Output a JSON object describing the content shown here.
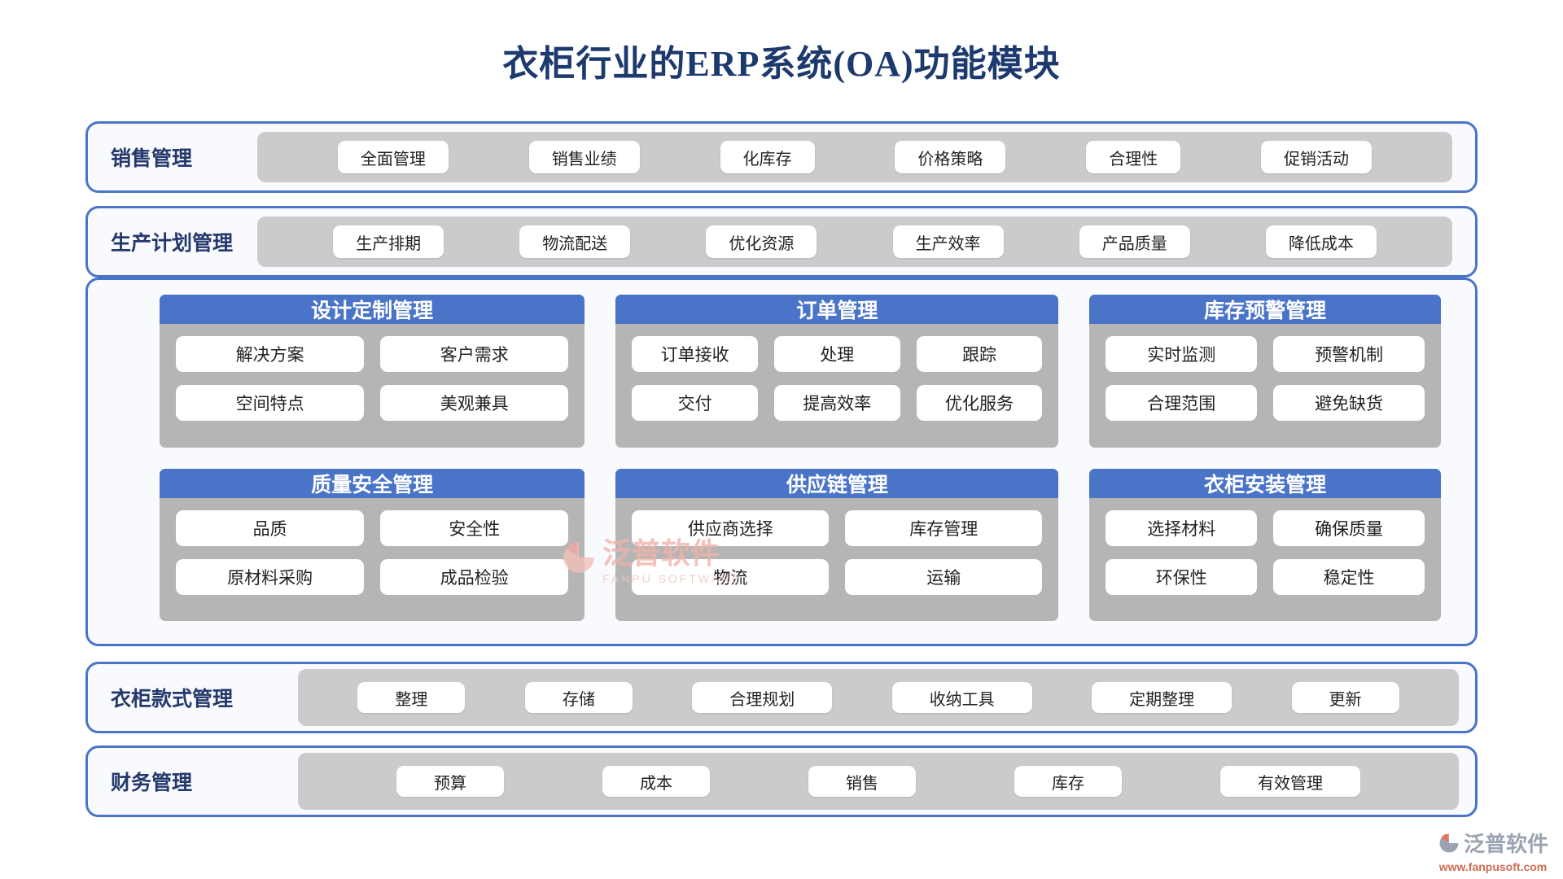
{
  "title": "衣柜行业的ERP系统(OA)功能模块",
  "bands": [
    {
      "label": "销售管理",
      "buttons": [
        "全面管理",
        "销售业绩",
        "化库存",
        "价格策略",
        "合理性",
        "促销活动"
      ]
    },
    {
      "label": "生产计划管理",
      "buttons": [
        "生产排期",
        "物流配送",
        "优化资源",
        "生产效率",
        "产品质量",
        "降低成本"
      ]
    },
    {
      "label": "衣柜款式管理",
      "buttons": [
        "整理",
        "存储",
        "合理规划",
        "收纳工具",
        "定期整理",
        "更新"
      ]
    },
    {
      "label": "财务管理",
      "buttons": [
        "预算",
        "成本",
        "销售",
        "库存",
        "有效管理"
      ]
    }
  ],
  "cards": [
    {
      "title": "设计定制管理",
      "buttons": [
        "解决方案",
        "客户需求",
        "空间特点",
        "美观兼具"
      ]
    },
    {
      "title": "订单管理",
      "buttons": [
        "订单接收",
        "处理",
        "跟踪",
        "交付",
        "提高效率",
        "优化服务"
      ]
    },
    {
      "title": "库存预警管理",
      "buttons": [
        "实时监测",
        "预警机制",
        "合理范围",
        "避免缺货"
      ]
    },
    {
      "title": "质量安全管理",
      "buttons": [
        "品质",
        "安全性",
        "原材料采购",
        "成品检验"
      ]
    },
    {
      "title": "供应链管理",
      "buttons": [
        "供应商选择",
        "库存管理",
        "物流",
        "运输"
      ]
    },
    {
      "title": "衣柜安装管理",
      "buttons": [
        "选择材料",
        "确保质量",
        "环保性",
        "稳定性"
      ]
    }
  ],
  "watermark": {
    "brand": "泛普软件",
    "subtitle": "FANPU SOFTWARE"
  },
  "footer": {
    "brand": "泛普软件",
    "url": "www.fanpusoft.com"
  },
  "colors": {
    "accent_blue": "#4a74c8",
    "title_navy": "#1d3a6e",
    "band_bg": "#f9fafd",
    "panel_gray": "#cbcbcb",
    "card_gray": "#b5b5b5",
    "watermark_pink": "#f0b3ab",
    "footer_gray": "#9aa3b2",
    "footer_orange": "#cf6d52"
  }
}
